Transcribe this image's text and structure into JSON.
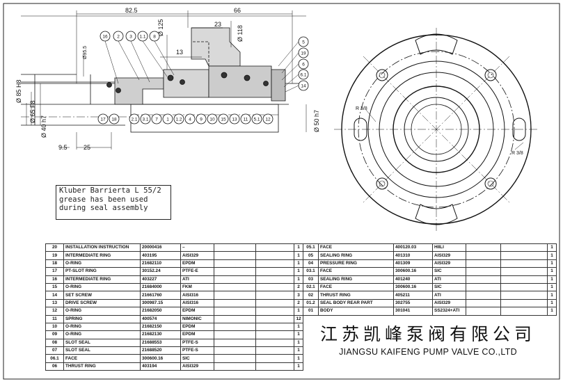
{
  "drawing": {
    "dimensions": {
      "top_left": "82.5",
      "top_right": "66",
      "d125": "Ø 125",
      "d118": "Ø 118",
      "d23": "23",
      "d13": "13",
      "d955": "Ø95.5",
      "d85": "Ø 85 H8",
      "d65": "Ø 65 F8",
      "d40": "Ø 40 h7",
      "d50": "Ø 50 h7",
      "d95": "9.5",
      "d25": "25",
      "r38a": "R 3/8",
      "r38b": "R 3/8"
    },
    "balloons_top": [
      "16",
      "2",
      "3",
      "1.1",
      "8"
    ],
    "balloons_right": [
      "5",
      "19",
      "6",
      "6.1",
      "14"
    ],
    "balloons_bottom": [
      "17",
      "18",
      "2.1",
      "3.1",
      "7",
      "1",
      "1.2",
      "4",
      "9",
      "10",
      "15",
      "13",
      "11",
      "5.1",
      "12"
    ],
    "note": [
      "Kluber Barrierta L 55/2",
      "grease has been used",
      "during seal assembly"
    ]
  },
  "bom_left": [
    {
      "no": "20",
      "desc": "INSTALLATION INSTRUCTION",
      "code": "20000416",
      "mat": "–",
      "qty": "1"
    },
    {
      "no": "19",
      "desc": "INTERMEDIATE RING",
      "code": "403195",
      "mat": "AISI329",
      "qty": "1"
    },
    {
      "no": "18",
      "desc": "O-RING",
      "code": "21682110",
      "mat": "EPDM",
      "qty": "1"
    },
    {
      "no": "17",
      "desc": "PT-SLOT RING",
      "code": "30152.24",
      "mat": "PTFE-E",
      "qty": "1"
    },
    {
      "no": "16",
      "desc": "INTERMEDIATE RING",
      "code": "403227",
      "mat": "ATI",
      "qty": "1"
    },
    {
      "no": "15",
      "desc": "O-RING",
      "code": "21684000",
      "mat": "FKM",
      "qty": "2"
    },
    {
      "no": "14",
      "desc": "SET SCREW",
      "code": "21661760",
      "mat": "AISI316",
      "qty": "3"
    },
    {
      "no": "13",
      "desc": "DRIVE SCREW",
      "code": "300987.15",
      "mat": "AISI316",
      "qty": "2"
    },
    {
      "no": "12",
      "desc": "O-RING",
      "code": "21682050",
      "mat": "EPDM",
      "qty": "1"
    },
    {
      "no": "11",
      "desc": "SPRING",
      "code": "400574",
      "mat": "NIMONIC",
      "qty": "12"
    },
    {
      "no": "10",
      "desc": "O-RING",
      "code": "21682150",
      "mat": "EPDM",
      "qty": "1"
    },
    {
      "no": "09",
      "desc": "O-RING",
      "code": "21682130",
      "mat": "EPDM",
      "qty": "1"
    },
    {
      "no": "08",
      "desc": "SLOT SEAL",
      "code": "21688553",
      "mat": "PTFE-S",
      "qty": "1"
    },
    {
      "no": "07",
      "desc": "SLOT SEAL",
      "code": "21688520",
      "mat": "PTFE-S",
      "qty": "1"
    },
    {
      "no": "06.1",
      "desc": "FACE",
      "code": "300600.16",
      "mat": "SIC",
      "qty": "1"
    },
    {
      "no": "06",
      "desc": "THRUST RING",
      "code": "403194",
      "mat": "AISI329",
      "qty": "1"
    }
  ],
  "bom_right": [
    {
      "no": "05.1",
      "desc": "FACE",
      "code": "400120.03",
      "mat": "HIILI",
      "qty": "1"
    },
    {
      "no": "05",
      "desc": "SEALING RING",
      "code": "401310",
      "mat": "AISI329",
      "qty": "1"
    },
    {
      "no": "04",
      "desc": "PRESSURE RING",
      "code": "401309",
      "mat": "AISI329",
      "qty": "1"
    },
    {
      "no": "03.1",
      "desc": "FACE",
      "code": "300600.16",
      "mat": "SIC",
      "qty": "1"
    },
    {
      "no": "03",
      "desc": "SEALING RING",
      "code": "401240",
      "mat": "ATI",
      "qty": "1"
    },
    {
      "no": "02.1",
      "desc": "FACE",
      "code": "300600.16",
      "mat": "SIC",
      "qty": "1"
    },
    {
      "no": "02",
      "desc": "THRUST RING",
      "code": "405211",
      "mat": "ATI",
      "qty": "1"
    },
    {
      "no": "01.2",
      "desc": "SEAL BODY REAR PART",
      "code": "302755",
      "mat": "AISI329",
      "qty": "1"
    },
    {
      "no": "01",
      "desc": "BODY",
      "code": "301041",
      "mat": "SS2324+ATI",
      "qty": "1"
    }
  ],
  "company": {
    "name_cn": "江苏凯峰泵阀有限公司",
    "name_en": "JIANGSU KAIFENG PUMP VALVE CO.,LTD"
  }
}
